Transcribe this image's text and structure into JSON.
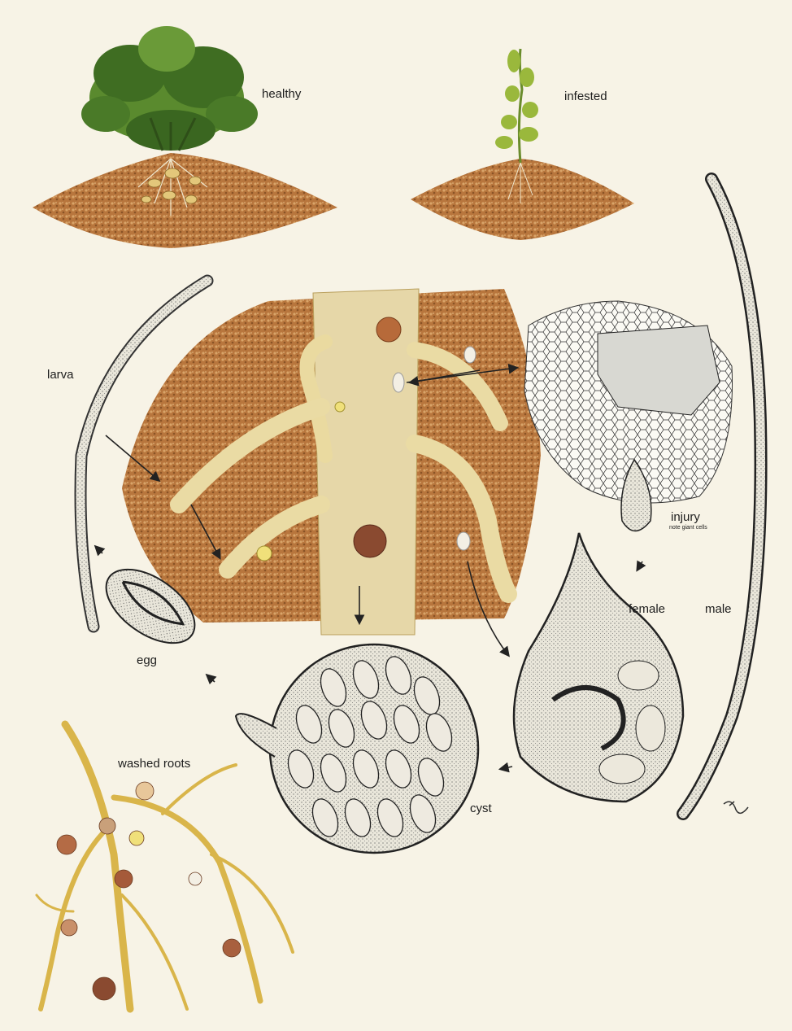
{
  "labels": {
    "healthy": "healthy",
    "infested": "infested",
    "larva": "larva",
    "injury": "injury",
    "injury_note": "note giant cells",
    "female": "female",
    "male": "male",
    "egg": "egg",
    "cyst": "cyst",
    "washed_roots": "washed roots"
  },
  "colors": {
    "background": "#f7f3e6",
    "soil": "#b0703a",
    "soil_light": "#d9a468",
    "root": "#e6d49a",
    "foliage": "#4f7d2a",
    "cyst_brown": "#8a4a30",
    "ink": "#222222"
  }
}
